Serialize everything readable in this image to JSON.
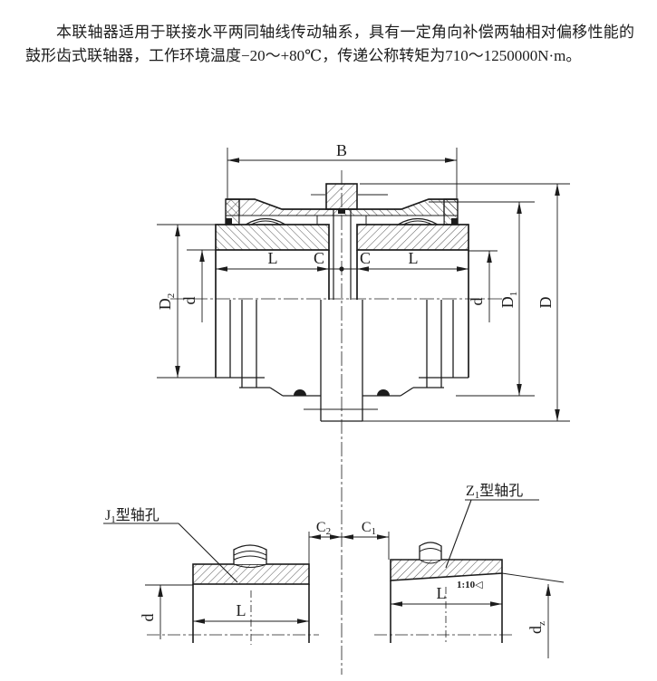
{
  "intro": {
    "text": "本联轴器适用于联接水平两同轴线传动轴系，具有一定角向补偿两轴相对偏移性能的鼓形齿式联轴器，工作环境温度−20～+80℃，传递公称转矩为710～1250000N·m。"
  },
  "main_view": {
    "dim_B": "B",
    "dim_L": "L",
    "dim_C": "C",
    "dim_d": "d",
    "dim_D": "D",
    "dim_D1": {
      "main": "D",
      "sub": "1"
    },
    "dim_D2": {
      "main": "D",
      "sub": "2"
    }
  },
  "detail_views": {
    "dim_C2": {
      "main": "C",
      "sub": "2"
    },
    "dim_C1": {
      "main": "C",
      "sub": "1"
    },
    "j1": {
      "label_main": "J",
      "label_sub": "1",
      "label_suffix": "型轴孔",
      "dim_L": "L",
      "dim_d": "d"
    },
    "z1": {
      "label_main": "Z",
      "label_sub": "1",
      "label_suffix": "型轴孔",
      "dim_L": "L",
      "dim_dz": {
        "main": "d",
        "sub": "z"
      },
      "taper": "1:10",
      "taper_symbol": "◁"
    }
  },
  "colors": {
    "line": "#1c1c1c",
    "background": "#ffffff"
  }
}
